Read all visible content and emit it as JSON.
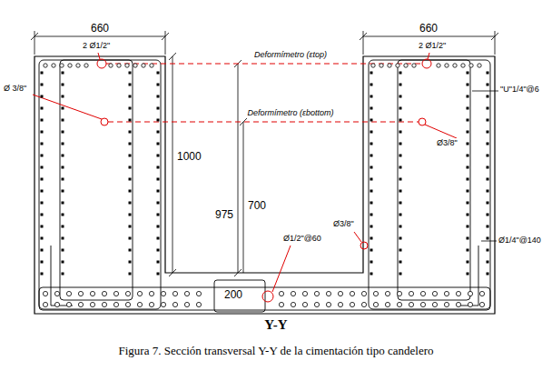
{
  "diagram": {
    "caption": "Figura 7. Sección transversal Y-Y de la cimentación tipo candelero",
    "labels": [
      "660",
      "660",
      "2 Ø1/2\"",
      "2 Ø1/2\"",
      "Deformímetro (εtop)",
      "Deformímetro (εbottom)",
      "Ø 3/8\"",
      "Ø3/8\"",
      "\"U\"1/4\"@6",
      "1000",
      "975",
      "700",
      "Ø3/8\"",
      "Ø1/2\"@60",
      "Ø1/4\"@140",
      "200",
      "Y-Y"
    ]
  }
}
